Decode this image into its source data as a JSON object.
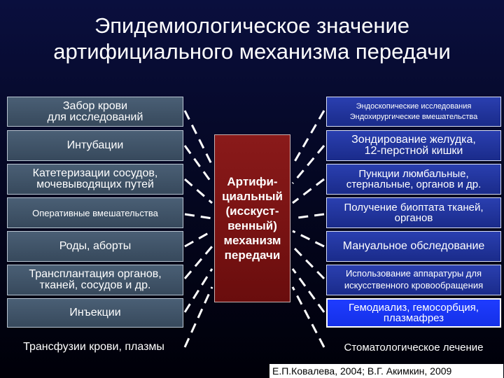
{
  "title": {
    "line1": "Эпидемиологическое значение",
    "line2": "артифициального механизма передачи"
  },
  "center": {
    "text": "Артифи-\nциальный\n(исскуст-\nвенный)\nмеханизм\nпередачи"
  },
  "left_items": [
    "Забор крови\nдля исследований",
    "Интубации",
    "Катетеризации сосудов,\nмочевыводящих путей",
    "Оперативные вмешательства",
    "Роды, аборты",
    "Трансплантация органов,\nтканей, сосудов и др.",
    "Инъекции",
    "Трансфузии крови, плазмы"
  ],
  "right_items": [
    "Эндоскопические исследования\nЭндохирургические вмешательства",
    "Зондирование желудка,\n12-перстной кишки",
    "Пункции люмбальные,\nстернальные, органов и др.",
    "Получение биоптата тканей,\nорганов",
    "Мануальное обследование",
    "Использование аппаратуры для\nискусственного кровообращения",
    "Гемодиализ, гемосорбция,\nплазмафрез",
    "Стоматологическое лечение"
  ],
  "source": "Е.П.Ковалева, 2004; В.Г. Акимкин, 2009",
  "colors": {
    "left_box": "#435668",
    "right_box": "#2233a0",
    "right_box_bright": "#1f3cff",
    "center_box": "#7a1414",
    "background": "#050826"
  }
}
